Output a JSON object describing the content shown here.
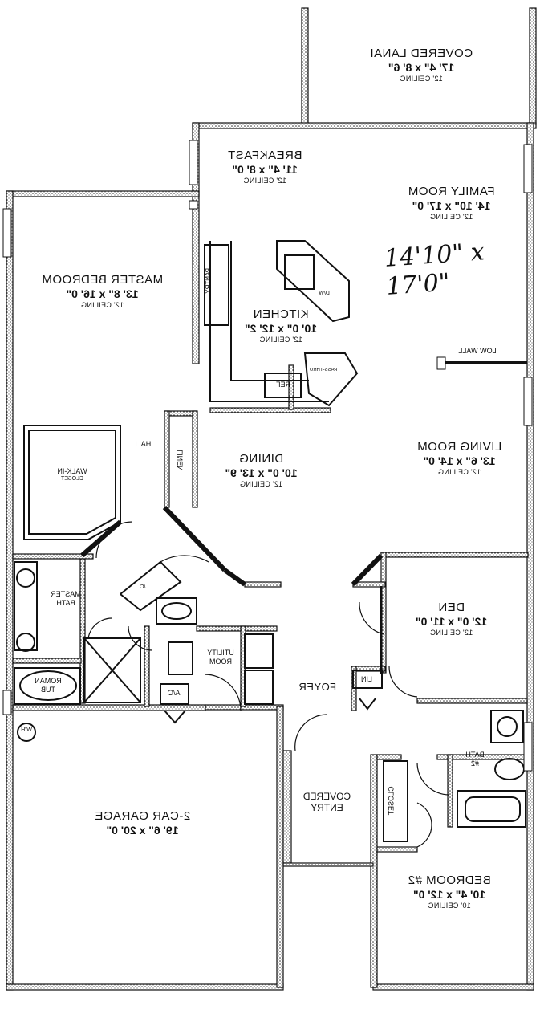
{
  "rooms": {
    "lanai": {
      "name": "COVERED LANAI",
      "dims": "17' 4\" x 8' 6\"",
      "ceiling": "12' CEILING"
    },
    "breakfast": {
      "name": "BREAKFAST",
      "dims": "11' 4\" x 8' 0\"",
      "ceiling": "12' CEILING"
    },
    "family": {
      "name": "FAMILY ROOM",
      "dims": "14' 10\" x 17' 0\"",
      "ceiling": "12' CEILING"
    },
    "master": {
      "name": "MASTER BEDROOM",
      "dims": "13' 8\" x 16' 0\"",
      "ceiling": "12' CEILING"
    },
    "kitchen": {
      "name": "KITCHEN",
      "dims": "10' 0\" x 12' 2\"",
      "ceiling": "12' CEILING"
    },
    "living": {
      "name": "LIVING ROOM",
      "dims": "13' 6\" x 14' 0\"",
      "ceiling": "12' CEILING"
    },
    "dining": {
      "name": "DINING",
      "dims": "10' 0\" x 13' 9\"",
      "ceiling": "12' CEILING"
    },
    "den": {
      "name": "DEN",
      "dims": "12' 0\" x 11' 0\"",
      "ceiling": "12' CEILING"
    },
    "garage": {
      "name": "2-CAR GARAGE",
      "dims": "19' 6\" x 20' 0\""
    },
    "bedroom2": {
      "name": "BEDROOM #2",
      "dims": "10' 4\" x 12' 0\"",
      "ceiling": "10' CEILING"
    }
  },
  "labels": {
    "hall": "HALL",
    "walkin": "WALK-IN",
    "walkin_sub": "CLOSET",
    "master_bath_1": "MASTER",
    "master_bath_2": "BATH",
    "roman_tub_1": "ROMAN",
    "roman_tub_2": "TUB",
    "utility_1": "UTILITY",
    "utility_2": "ROOM",
    "wh": "W/H",
    "ac": "A/C",
    "lin": "LIN",
    "foyer": "FOYER",
    "covered_entry_1": "COVERED",
    "covered_entry_2": "ENTRY",
    "bath2_1": "BATH",
    "bath2_2": "#2",
    "closet": "CLOSET",
    "linen": "LINEN",
    "pantry": "PANTRY",
    "ref": "REF",
    "dw": "D/W",
    "pass_thru": "PASS-THRU",
    "low_wall": "LOW WALL",
    "lc": "L/C"
  },
  "handwritten": "14'10\" x 17'0\""
}
